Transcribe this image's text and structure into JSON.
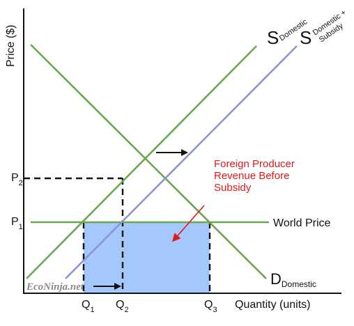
{
  "axes": {
    "y_label": "Price ($)",
    "x_label": "Quantity (units)"
  },
  "price_ticks": [
    {
      "letter": "P",
      "sub": "2"
    },
    {
      "letter": "P",
      "sub": "1"
    }
  ],
  "quantity_ticks": [
    {
      "letter": "Q",
      "sub": "1"
    },
    {
      "letter": "Q",
      "sub": "2"
    },
    {
      "letter": "Q",
      "sub": "3"
    }
  ],
  "curves": {
    "supply_domestic": {
      "letter": "S",
      "sub": "Domestic"
    },
    "supply_subsidy": {
      "letter": "S",
      "sub_line1": "Domestic +",
      "sub_line2": "Subsidy"
    },
    "demand_domestic": {
      "letter": "D",
      "sub": "Domestic"
    },
    "world_price": "World Price"
  },
  "annotation": {
    "line1": "Foreign Producer",
    "line2": "Revenue Before",
    "line3": "Subsidy"
  },
  "watermark": "EcoNinja.net",
  "colors": {
    "curves": "#6aa84f",
    "subsidy_supply": "#8d93d8",
    "revenue_area": "#a4c8fb",
    "annotation": "#e01818",
    "axes": "#111111"
  }
}
